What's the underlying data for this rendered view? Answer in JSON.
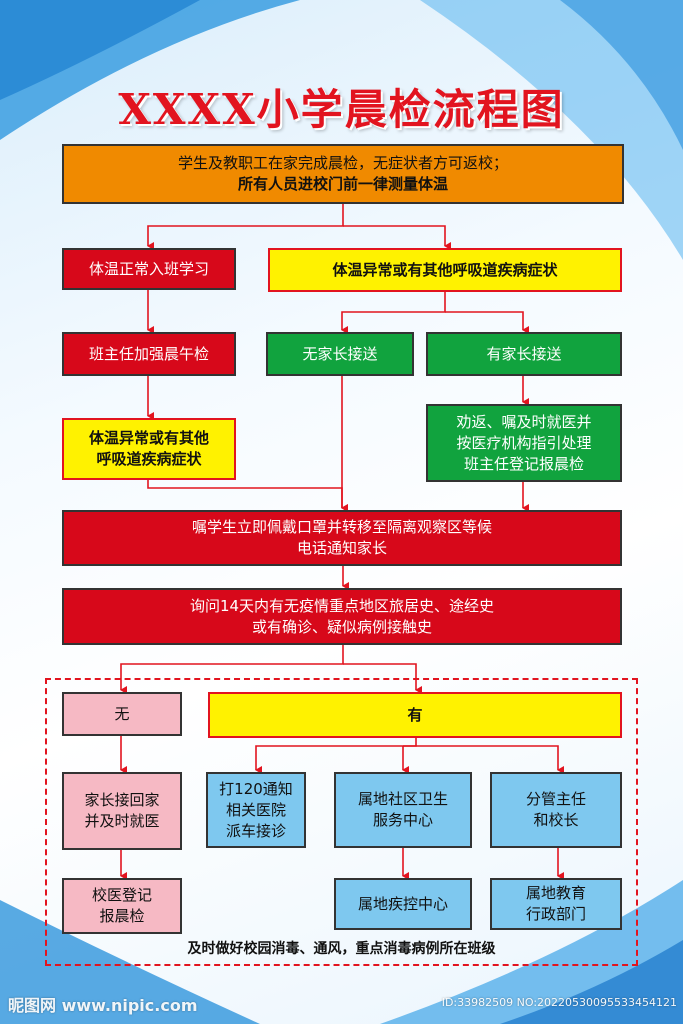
{
  "title": "XXXX小学晨检流程图",
  "nodes": {
    "start_line1": "学生及教职工在家完成晨检，无症状者方可返校；",
    "start_line2": "所有人员进校门前一律测量体温",
    "normal_temp": "体温正常入班学习",
    "abnormal_top": "体温异常或有其他呼吸道疾病症状",
    "teacher_check": "班主任加强晨午检",
    "no_parent": "无家长接送",
    "with_parent": "有家长接送",
    "abnormal_left_line1": "体温异常或有其他",
    "abnormal_left_line2": "呼吸道疾病症状",
    "advise_line1": "劝返、嘱及时就医并",
    "advise_line2": "按医疗机构指引处理",
    "advise_line3": "班主任登记报晨检",
    "isolate_line1": "嘱学生立即佩戴口罩并转移至隔离观察区等候",
    "isolate_line2": "电话通知家长",
    "inquire_line1": "询问14天内有无疫情重点地区旅居史、途经史",
    "inquire_line2": "或有确诊、疑似病例接触史",
    "none": "无",
    "yes": "有",
    "parent_pickup_line1": "家长接回家",
    "parent_pickup_line2": "并及时就医",
    "call120_line1": "打120通知",
    "call120_line2": "相关医院",
    "call120_line3": "派车接诊",
    "community_line1": "属地社区卫生",
    "community_line2": "服务中心",
    "principal_line1": "分管主任",
    "principal_line2": "和校长",
    "school_doctor_line1": "校医登记",
    "school_doctor_line2": "报晨检",
    "cdc": "属地疾控中心",
    "edu_dept_line1": "属地教育",
    "edu_dept_line2": "行政部门",
    "footer_note": "及时做好校园消毒、通风，重点消毒病例所在班级"
  },
  "watermark": {
    "left": "昵图网 www.nipic.com",
    "right": "ID:33982509 NO:20220530095533454121"
  },
  "colors": {
    "title_red": "#e2141f",
    "orange": "#f08a00",
    "red": "#d7081a",
    "yellow": "#fff200",
    "green": "#11a33e",
    "pink": "#f6b9c4",
    "blue": "#7ec8ef"
  }
}
